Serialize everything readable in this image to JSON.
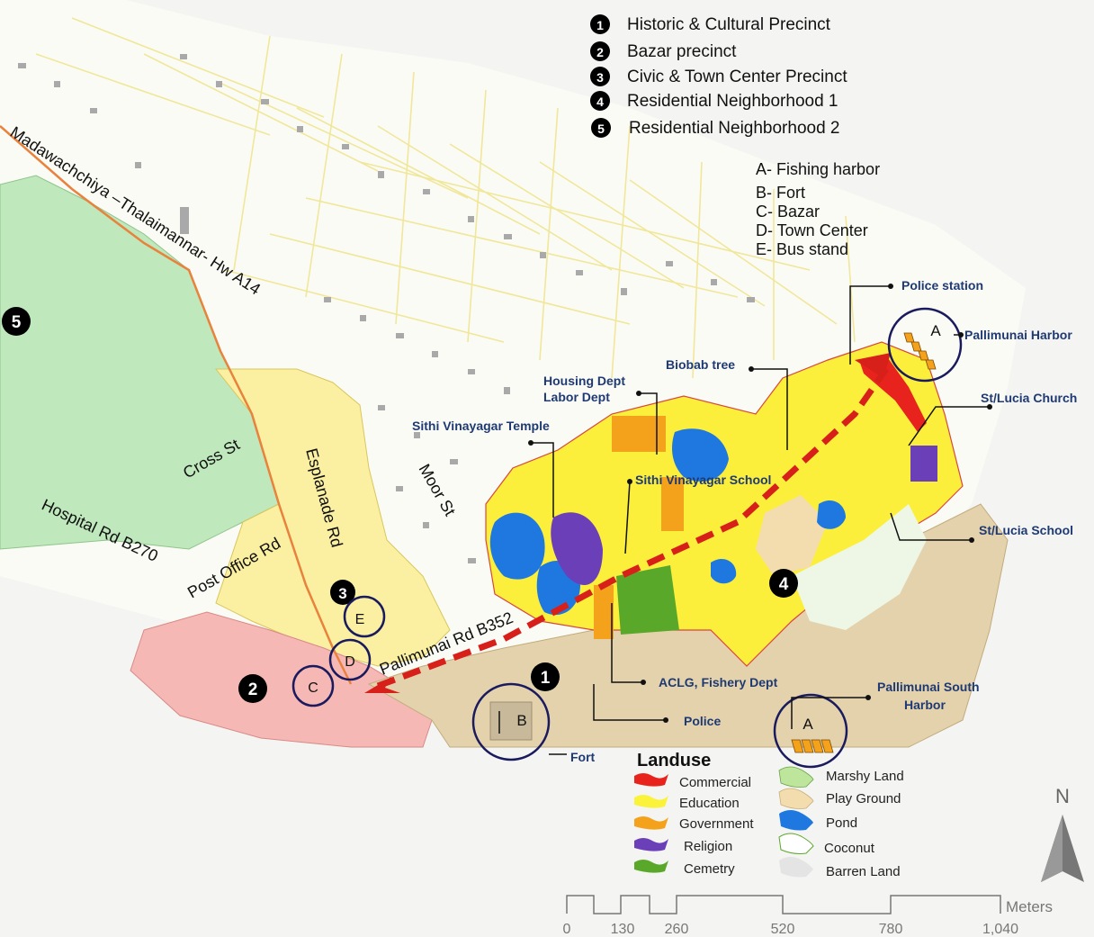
{
  "colors": {
    "commercial": "#e8231e",
    "education": "#fbf33a",
    "government": "#f4a21c",
    "religion": "#6a3fb8",
    "cemetery": "#5aa82a",
    "marshy_land": "#bde59b",
    "play_ground": "#f3dcae",
    "pond": "#1f78e0",
    "coconut": "#ffffff",
    "barren_land": "#e4e4e4",
    "precinct1": "#e3d2ac",
    "precinct2": "#f6b8b4",
    "precinct3": "#fbf0a2",
    "precinct4": "#fbef3b",
    "precinct5": "#bfe8bc",
    "road_main": "#e8823c",
    "road_minor": "#f2eca0",
    "circle": "#1a1a5e",
    "label_blue": "#1f3a73"
  },
  "precinct_legend": [
    {
      "num": "1",
      "label": "Historic & Cultural Precinct"
    },
    {
      "num": "2",
      "label": "Bazar precinct"
    },
    {
      "num": "3",
      "label": "Civic & Town Center Precinct"
    },
    {
      "num": "4",
      "label": "Residential Neighborhood 1"
    },
    {
      "num": "5",
      "label": "Residential Neighborhood 2"
    }
  ],
  "site_legend": [
    {
      "key": "A",
      "label": "A- Fishing harbor"
    },
    {
      "key": "B",
      "label": "B- Fort"
    },
    {
      "key": "C",
      "label": "C- Bazar"
    },
    {
      "key": "D",
      "label": "D- Town Center"
    },
    {
      "key": "E",
      "label": "E- Bus stand"
    }
  ],
  "roads": {
    "a14": "Madawachchiya –Thalaimannar- Hw A14",
    "cross": "Cross St",
    "hospital": "Hospital Rd B270",
    "post_office": "Post Office Rd",
    "esplanade": "Esplanade Rd",
    "moor": "Moor St",
    "pallimunai": "Pallimunai Rd B352"
  },
  "poi": {
    "police_station": "Police station",
    "pallimunai_harbor": "Pallimunai Harbor",
    "biobab": "Biobab tree",
    "st_lucia_church": "St/Lucia Church",
    "housing_dept": "Housing Dept",
    "labor_dept": "Labor Dept",
    "sithi_temple": "Sithi Vinayagar Temple",
    "sithi_school": "Sithi Vinayagar School",
    "st_lucia_school": "St/Lucia School",
    "aclg": "ACLG, Fishery Dept",
    "police": "Police",
    "south_harbor_1": "Pallimunai South",
    "south_harbor_2": "Harbor",
    "fort": "Fort"
  },
  "map_letters": {
    "A1": "A",
    "A2": "A",
    "B": "B",
    "C": "C",
    "D": "D",
    "E": "E"
  },
  "map_numbers": {
    "n1": "1",
    "n2": "2",
    "n3": "3",
    "n4": "4",
    "n5": "5"
  },
  "landuse": {
    "title": "Landuse",
    "items_left": [
      "Commercial",
      "Education",
      "Government",
      "Religion",
      "Cemetry"
    ],
    "items_right": [
      "Marshy Land",
      "Play Ground",
      "Pond",
      "Coconut",
      "Barren Land"
    ]
  },
  "north": "N",
  "scale": {
    "unit": "Meters",
    "ticks": [
      "0",
      "130",
      "260",
      "520",
      "780",
      "1,040"
    ]
  }
}
